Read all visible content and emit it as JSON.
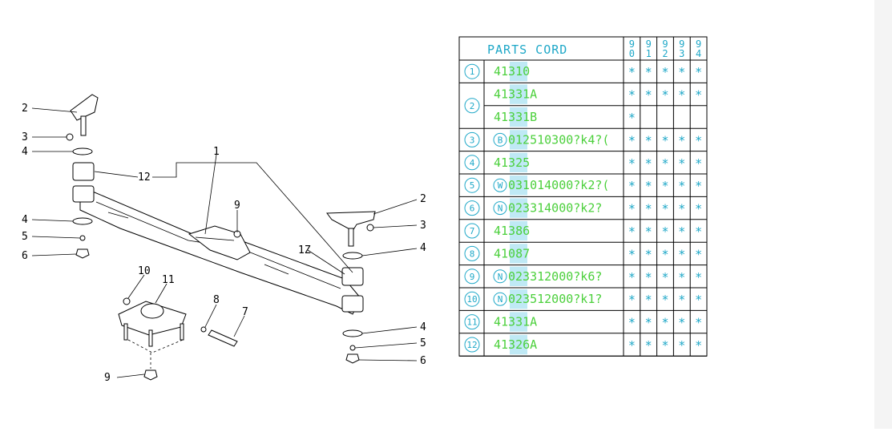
{
  "table": {
    "header": "PARTS CORD",
    "years": [
      {
        "a": "9",
        "b": "0"
      },
      {
        "a": "9",
        "b": "1"
      },
      {
        "a": "9",
        "b": "2"
      },
      {
        "a": "9",
        "b": "3"
      },
      {
        "a": "9",
        "b": "4"
      }
    ],
    "rows": [
      {
        "ref": "1",
        "prefix": "",
        "part": "41310",
        "marks": [
          1,
          1,
          1,
          1,
          1
        ],
        "group": "1"
      },
      {
        "ref": "2",
        "prefix": "",
        "part": "41331A",
        "marks": [
          1,
          1,
          1,
          1,
          1
        ],
        "group": "2a"
      },
      {
        "ref": "",
        "prefix": "",
        "part": "41331B",
        "marks": [
          1,
          0,
          0,
          0,
          0
        ],
        "group": "2b"
      },
      {
        "ref": "3",
        "prefix": "B",
        "part": "012510300?k4?(",
        "marks": [
          1,
          1,
          1,
          1,
          1
        ],
        "group": "3"
      },
      {
        "ref": "4",
        "prefix": "",
        "part": "41325",
        "marks": [
          1,
          1,
          1,
          1,
          1
        ],
        "group": "4"
      },
      {
        "ref": "5",
        "prefix": "W",
        "part": "031014000?k2?(",
        "marks": [
          1,
          1,
          1,
          1,
          1
        ],
        "group": "5"
      },
      {
        "ref": "6",
        "prefix": "N",
        "part": "023314000?k2?",
        "marks": [
          1,
          1,
          1,
          1,
          1
        ],
        "group": "6"
      },
      {
        "ref": "7",
        "prefix": "",
        "part": "41386",
        "marks": [
          1,
          1,
          1,
          1,
          1
        ],
        "group": "7"
      },
      {
        "ref": "8",
        "prefix": "",
        "part": "41087",
        "marks": [
          1,
          1,
          1,
          1,
          1
        ],
        "group": "8"
      },
      {
        "ref": "9",
        "prefix": "N",
        "part": "023312000?k6?",
        "marks": [
          1,
          1,
          1,
          1,
          1
        ],
        "group": "9"
      },
      {
        "ref": "10",
        "prefix": "N",
        "part": "023512000?k1?",
        "marks": [
          1,
          1,
          1,
          1,
          1
        ],
        "group": "10"
      },
      {
        "ref": "11",
        "prefix": "",
        "part": "41331A",
        "marks": [
          1,
          1,
          1,
          1,
          1
        ],
        "group": "11"
      },
      {
        "ref": "12",
        "prefix": "",
        "part": "41326A",
        "marks": [
          1,
          1,
          1,
          1,
          1
        ],
        "group": "12"
      }
    ],
    "mark_symbol": "*"
  },
  "colors": {
    "cyan": "#1fa8c8",
    "green": "#4cd03c",
    "highlight": "#bfe9f5",
    "line": "#000000"
  },
  "callouts": {
    "c1": "1",
    "c2": "2",
    "c3": "3",
    "c4": "4",
    "c5": "5",
    "c6": "6",
    "c7": "7",
    "c8": "8",
    "c9": "9",
    "c10": "10",
    "c11": "11",
    "c12": "12",
    "c12b": "1Z"
  }
}
